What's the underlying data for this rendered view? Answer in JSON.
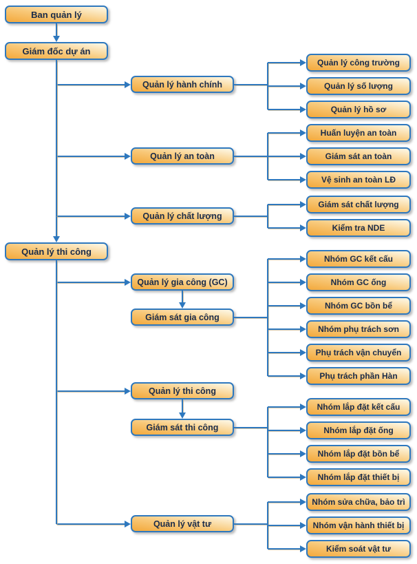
{
  "diagram": {
    "type": "org-chart",
    "nodes": [
      {
        "id": "ban-quan-ly",
        "label": "Ban quản lý"
      },
      {
        "id": "giam-doc-du-an",
        "label": "Giám đốc dự án"
      },
      {
        "id": "quan-ly-thi-cong-truong",
        "label": "Quản lý thi công"
      },
      {
        "id": "quan-ly-hanh-chinh",
        "label": "Quản lý hành chính"
      },
      {
        "id": "quan-ly-an-toan",
        "label": "Quản lý an toàn"
      },
      {
        "id": "quan-ly-chat-luong",
        "label": "Quản lý chất lượng"
      },
      {
        "id": "quan-ly-gia-cong",
        "label": "Quản lý gia công (GC)"
      },
      {
        "id": "giam-sat-gia-cong",
        "label": "Giám sát gia công"
      },
      {
        "id": "quan-ly-thi-cong-2",
        "label": "Quản lý thi công"
      },
      {
        "id": "giam-sat-thi-cong",
        "label": "Giám sát thi công"
      },
      {
        "id": "quan-ly-vat-tu",
        "label": "Quản lý vật tư"
      },
      {
        "id": "quan-ly-cong-truong",
        "label": "Quản lý công trường"
      },
      {
        "id": "quan-ly-so-luong",
        "label": "Quản lý số lượng"
      },
      {
        "id": "quan-ly-ho-so",
        "label": "Quản lý hồ sơ"
      },
      {
        "id": "huan-luyen-an-toan",
        "label": "Huấn luyện an toàn"
      },
      {
        "id": "giam-sat-an-toan",
        "label": "Giám sát an toàn"
      },
      {
        "id": "ve-sinh-an-toan-ld",
        "label": "Vệ sinh an toàn LĐ"
      },
      {
        "id": "giam-sat-chat-luong",
        "label": "Giám sát chất lượng"
      },
      {
        "id": "kiem-tra-nde",
        "label": "Kiểm tra NDE"
      },
      {
        "id": "nhom-gc-ket-cau",
        "label": "Nhóm GC kết cấu"
      },
      {
        "id": "nhom-gc-ong",
        "label": "Nhóm GC ống"
      },
      {
        "id": "nhom-gc-bon-be",
        "label": "Nhóm GC bồn bể"
      },
      {
        "id": "nhom-phu-trach-son",
        "label": "Nhóm phụ trách sơn"
      },
      {
        "id": "phu-trach-van-chuyen",
        "label": "Phụ trách vận chuyển"
      },
      {
        "id": "phu-trach-phan-han",
        "label": "Phụ trách phần Hàn"
      },
      {
        "id": "nhom-lap-dat-ket-cau",
        "label": "Nhóm lắp đặt kết cấu"
      },
      {
        "id": "nhom-lap-dat-ong",
        "label": "Nhóm lắp đặt ống"
      },
      {
        "id": "nhom-lap-dat-bon-be",
        "label": "Nhóm lắp đặt bồn bể"
      },
      {
        "id": "nhom-lap-dat-thiet-bi",
        "label": "Nhóm lắp đặt thiết bị"
      },
      {
        "id": "nhom-sua-chua-bao-tri",
        "label": "Nhóm sửa chữa, bảo trì"
      },
      {
        "id": "nhom-van-hanh-thiet-bi",
        "label": "Nhóm vận hành thiết bị"
      },
      {
        "id": "kiem-soat-vat-tu",
        "label": "Kiểm soát vật tư"
      }
    ],
    "down_arrows": [
      {
        "from": "ban-quan-ly",
        "to": "giam-doc-du-an"
      },
      {
        "from": "giam-doc-du-an",
        "to": "quan-ly-thi-cong-truong"
      },
      {
        "from": "quan-ly-gia-cong",
        "to": "giam-sat-gia-cong"
      },
      {
        "from": "quan-ly-thi-cong-2",
        "to": "giam-sat-thi-cong"
      }
    ],
    "branches": [
      {
        "from": "giam-doc-du-an",
        "to": [
          "quan-ly-hanh-chinh",
          "quan-ly-an-toan",
          "quan-ly-chat-luong"
        ]
      },
      {
        "from": "quan-ly-thi-cong-truong",
        "to": [
          "quan-ly-gia-cong",
          "quan-ly-thi-cong-2",
          "quan-ly-vat-tu"
        ]
      }
    ],
    "groups": [
      {
        "parent": "quan-ly-hanh-chinh",
        "children": [
          "quan-ly-cong-truong",
          "quan-ly-so-luong",
          "quan-ly-ho-so"
        ]
      },
      {
        "parent": "quan-ly-an-toan",
        "children": [
          "huan-luyen-an-toan",
          "giam-sat-an-toan",
          "ve-sinh-an-toan-ld"
        ]
      },
      {
        "parent": "quan-ly-chat-luong",
        "children": [
          "giam-sat-chat-luong",
          "kiem-tra-nde"
        ]
      },
      {
        "parent": "giam-sat-gia-cong",
        "children": [
          "nhom-gc-ket-cau",
          "nhom-gc-ong",
          "nhom-gc-bon-be",
          "nhom-phu-trach-son",
          "phu-trach-van-chuyen",
          "phu-trach-phan-han"
        ]
      },
      {
        "parent": "giam-sat-thi-cong",
        "children": [
          "nhom-lap-dat-ket-cau",
          "nhom-lap-dat-ong",
          "nhom-lap-dat-bon-be",
          "nhom-lap-dat-thiet-bi"
        ]
      },
      {
        "parent": "quan-ly-vat-tu",
        "children": [
          "nhom-sua-chua-bao-tri",
          "nhom-van-hanh-thiet-bi",
          "kiem-soat-vat-tu"
        ]
      }
    ],
    "colors": {
      "line": "#2E78BE",
      "node_border": "#2E78BE",
      "node_fill_dark": "#F3A93C",
      "node_fill_light": "#FDF5E0",
      "text": "#1A2B49"
    }
  }
}
